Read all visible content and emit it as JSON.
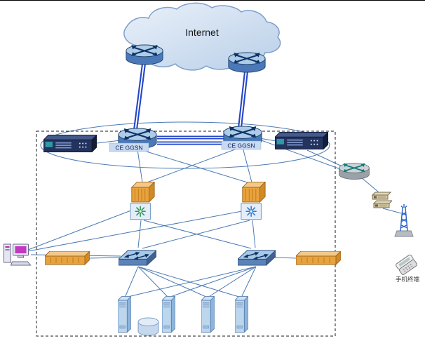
{
  "diagram": {
    "type": "network-topology",
    "labels": {
      "internet": "Internet",
      "ggsn_left": "CE GGSN",
      "ggsn_right": "CE GGSN",
      "mobile_terminal": "手机终端"
    },
    "nodes": [
      {
        "id": "internet-cloud",
        "icon": "cloud-icon",
        "label": "Internet"
      },
      {
        "id": "edge-router-left",
        "icon": "router-icon"
      },
      {
        "id": "edge-router-right",
        "icon": "router-icon"
      },
      {
        "id": "firewall-appliance-left",
        "icon": "rack-appliance-icon"
      },
      {
        "id": "ggsn-router-left",
        "icon": "router-icon",
        "label": "CE GGSN"
      },
      {
        "id": "ggsn-router-right",
        "icon": "router-icon",
        "label": "CE GGSN"
      },
      {
        "id": "firewall-appliance-right",
        "icon": "rack-appliance-icon"
      },
      {
        "id": "security-gateway-left",
        "icon": "firewall-starburst-icon"
      },
      {
        "id": "security-gateway-right",
        "icon": "firewall-starburst-icon"
      },
      {
        "id": "management-workstation",
        "icon": "workstation-icon"
      },
      {
        "id": "lan-switch-bar-left",
        "icon": "orange-switch-icon"
      },
      {
        "id": "access-switch-left",
        "icon": "switch-icon"
      },
      {
        "id": "access-switch-right",
        "icon": "switch-icon"
      },
      {
        "id": "lan-switch-bar-right",
        "icon": "orange-switch-icon"
      },
      {
        "id": "server-1",
        "icon": "server-icon"
      },
      {
        "id": "server-2",
        "icon": "server-icon"
      },
      {
        "id": "server-3",
        "icon": "server-icon"
      },
      {
        "id": "server-4",
        "icon": "server-icon"
      },
      {
        "id": "database",
        "icon": "database-icon"
      },
      {
        "id": "access-router-right",
        "icon": "router-icon"
      },
      {
        "id": "modem-stack",
        "icon": "modem-stack-icon"
      },
      {
        "id": "base-station-antenna",
        "icon": "antenna-icon"
      },
      {
        "id": "mobile-phone",
        "icon": "phone-icon",
        "label": "手机终端"
      }
    ],
    "colors": {
      "link_line": "#4a7ab5",
      "thick_link": "#2446c8",
      "cloud_fill": "#cfdff1",
      "router_blue": "#4a78b8",
      "firewall_orange": "#e8a33d",
      "appliance_navy": "#23335e",
      "server_blue": "#bcd6ee",
      "dashed_border": "#1a1a1a"
    }
  }
}
